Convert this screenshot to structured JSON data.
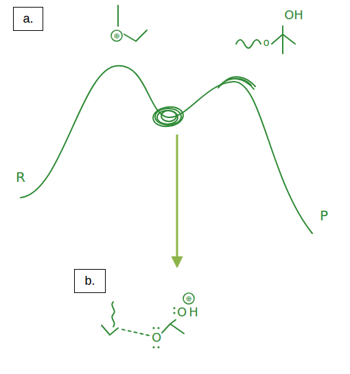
{
  "diagram": {
    "nodes": [
      {
        "text": [
          "a."
        ]
      },
      {
        "text": [
          "b."
        ]
      }
    ],
    "labels": [
      "OH",
      "⊕",
      "o",
      "R",
      "P",
      "⊕",
      "O",
      "H",
      "O"
    ]
  }
}
